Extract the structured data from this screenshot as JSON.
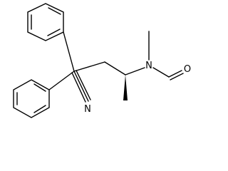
{
  "molecule": {
    "atoms": {
      "nitrile_n": "N",
      "amide_n": "N",
      "carbonyl_o": "O"
    },
    "colors": {
      "bond": "#000000",
      "label": "#000000",
      "background": "#ffffff"
    }
  }
}
